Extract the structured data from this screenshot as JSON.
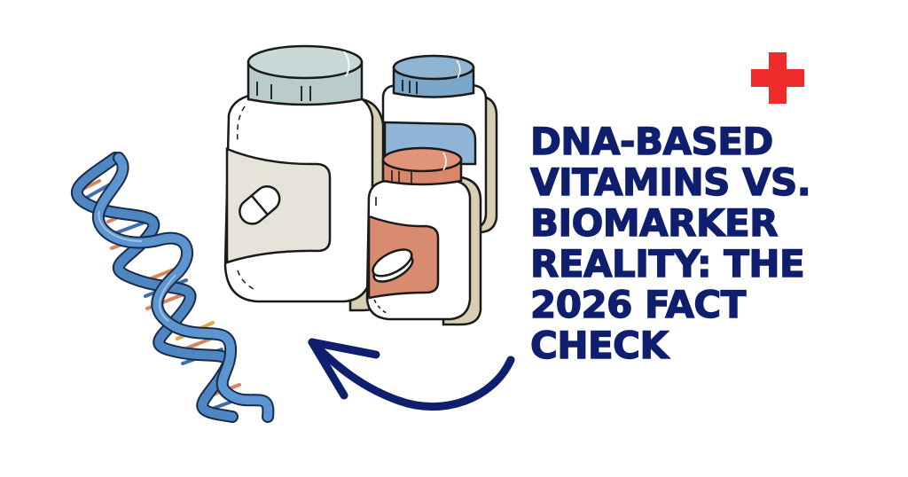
{
  "headline": {
    "lines": [
      "DNA-BASED",
      "VITAMINS VS.",
      "BIOMARKER",
      "REALITY: THE",
      "2026 FACT",
      "CHECK"
    ],
    "color": "#0f1f6e"
  },
  "icons": {
    "medical_cross": {
      "name": "red-cross-icon",
      "color": "#ee2a2a"
    },
    "dna": {
      "name": "dna-helix-icon",
      "strand_color": "#4f86c2",
      "rung_colors": [
        "#d9845c",
        "#3d6fb0",
        "#e2a64a"
      ]
    },
    "jars": [
      {
        "name": "large-jar",
        "cap_color": "#b9cccb",
        "label_color": "#e6e3d9",
        "pill": "capsule"
      },
      {
        "name": "back-jar",
        "cap_color": "#7aa6c9",
        "label_color": "#8fb6d6"
      },
      {
        "name": "small-jar",
        "cap_color": "#d9876a",
        "label_color": "#d98b6f",
        "pill": "tablet"
      }
    ],
    "arrow": {
      "name": "curved-arrow-icon",
      "color": "#0f1f6e",
      "direction": "pointing up-left toward DNA"
    }
  },
  "colors": {
    "background": "#ffffff",
    "outline": "#1a1a1a",
    "shadow": "#d8ceb4"
  }
}
